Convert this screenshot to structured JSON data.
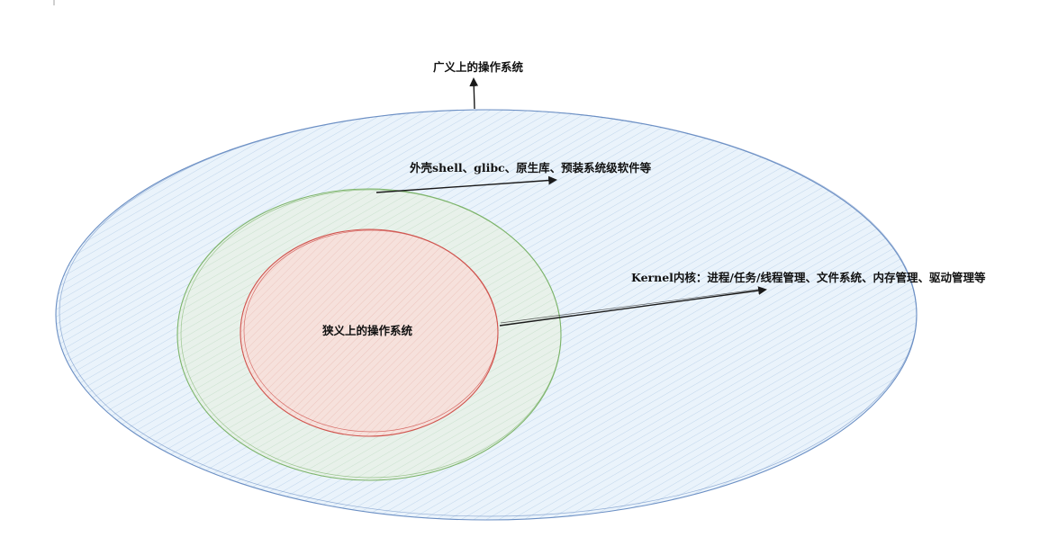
{
  "diagram": {
    "outer": {
      "label": "广义上的操作系统",
      "stroke": "#6b8fc4",
      "fill": "#eaf3fb",
      "hatch": "#9fbfe0"
    },
    "middle": {
      "label": "外壳shell、glibc、原生库、预装系统级软件等",
      "stroke": "#7cb46a",
      "fill": "#e8f1ea",
      "hatch": "#b9d8bf"
    },
    "inner": {
      "label": "狭义上的操作系统",
      "stroke": "#d0534d",
      "fill": "#f6e1dc",
      "hatch": "#e8b7ad"
    },
    "kernel": {
      "label": "Kernel内核：进程/任务/线程管理、文件系统、内存管理、驱动管理等"
    },
    "arrow_color": "#1a1a1a"
  }
}
